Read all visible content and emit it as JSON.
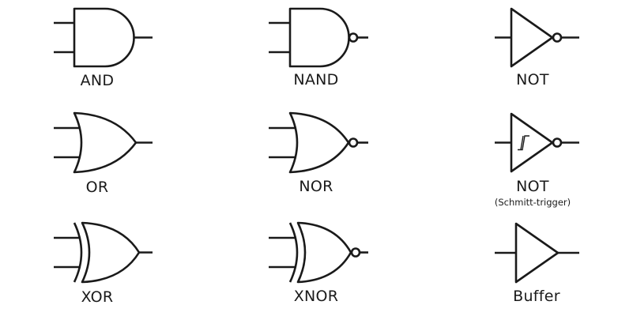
{
  "gates": [
    {
      "id": "and",
      "label": "AND"
    },
    {
      "id": "nand",
      "label": "NAND"
    },
    {
      "id": "not",
      "label": "NOT"
    },
    {
      "id": "or",
      "label": "OR"
    },
    {
      "id": "nor",
      "label": "NOR"
    },
    {
      "id": "not-schmitt",
      "label": "NOT",
      "sublabel": "(Schmitt-trigger)"
    },
    {
      "id": "xor",
      "label": "XOR"
    },
    {
      "id": "xnor",
      "label": "XNOR"
    },
    {
      "id": "buffer",
      "label": "Buffer"
    }
  ],
  "colors": {
    "stroke": "#1a1a1a",
    "background": "#ffffff"
  }
}
